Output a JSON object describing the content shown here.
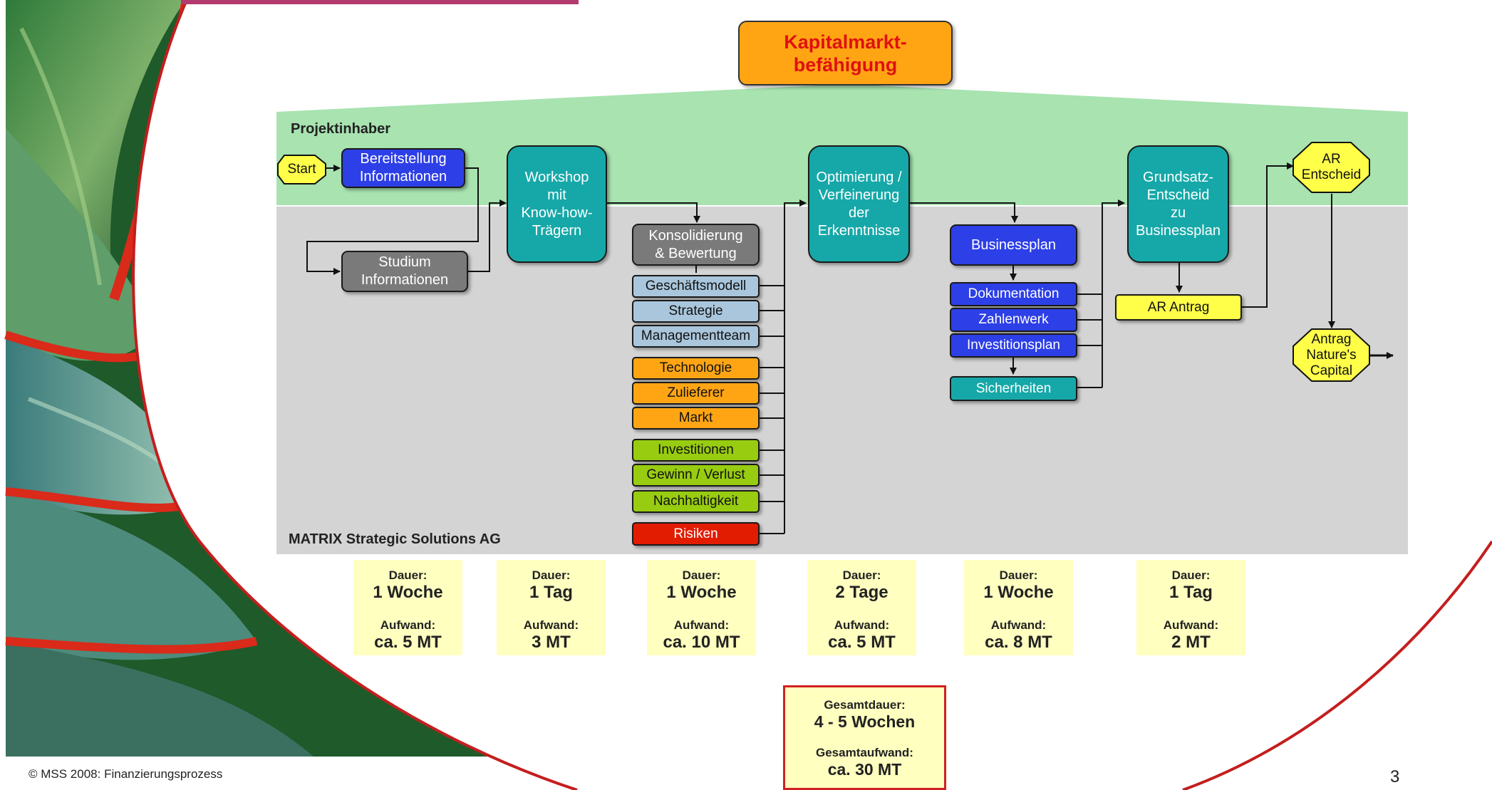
{
  "header": {
    "title": "Kapitalmarkt-\nbefähigung"
  },
  "lanes": {
    "top": "Projektinhaber",
    "bottom": "MATRIX Strategic Solutions AG"
  },
  "nodes": {
    "start": "Start",
    "bereitstellung": "Bereitstellung\nInformationen",
    "studium": "Studium\nInformationen",
    "workshop": "Workshop\nmit\nKnow-how-\nTrägern",
    "konsolidierung": "Konsolidierung\n& Bewertung",
    "geschaeftsmodell": "Geschäftsmodell",
    "strategie": "Strategie",
    "managementteam": "Managementteam",
    "technologie": "Technologie",
    "zulieferer": "Zulieferer",
    "markt": "Markt",
    "investitionen": "Investitionen",
    "gewinn": "Gewinn / Verlust",
    "nachhaltigkeit": "Nachhaltigkeit",
    "risiken": "Risiken",
    "optimierung": "Optimierung /\nVerfeinerung\nder\nErkenntnisse",
    "businessplan": "Businessplan",
    "dokumentation": "Dokumentation",
    "zahlenwerk": "Zahlenwerk",
    "investitionsplan": "Investitionsplan",
    "sicherheiten": "Sicherheiten",
    "grundsatz": "Grundsatz-\nEntscheid\nzu\nBusinessplan",
    "ar_antrag": "AR Antrag",
    "ar_entscheid": "AR\nEntscheid",
    "antrag_nc": "Antrag\nNature's\nCapital"
  },
  "phases": [
    {
      "dauer_label": "Dauer:",
      "dauer": "1 Woche",
      "aufwand_label": "Aufwand:",
      "aufwand": "ca. 5 MT"
    },
    {
      "dauer_label": "Dauer:",
      "dauer": "1 Tag",
      "aufwand_label": "Aufwand:",
      "aufwand": "3 MT"
    },
    {
      "dauer_label": "Dauer:",
      "dauer": "1 Woche",
      "aufwand_label": "Aufwand:",
      "aufwand": "ca. 10 MT"
    },
    {
      "dauer_label": "Dauer:",
      "dauer": "2 Tage",
      "aufwand_label": "Aufwand:",
      "aufwand": "ca. 5 MT"
    },
    {
      "dauer_label": "Dauer:",
      "dauer": "1 Woche",
      "aufwand_label": "Aufwand:",
      "aufwand": "ca. 8 MT"
    },
    {
      "dauer_label": "Dauer:",
      "dauer": "1 Tag",
      "aufwand_label": "Aufwand:",
      "aufwand": "2 MT"
    }
  ],
  "total": {
    "dauer_label": "Gesamtdauer:",
    "dauer": "4 - 5 Wochen",
    "aufwand_label": "Gesamtaufwand:",
    "aufwand": "ca. 30 MT"
  },
  "footer": {
    "copyright": "© MSS 2008: Finanzierungsprozess",
    "page_number": "3"
  },
  "colors": {
    "lane_top": "#a8e3b0",
    "lane_bottom": "#d4d4d4",
    "accent_red": "#c41e1e",
    "teal": "#16a8a8",
    "blue": "#2d3fe6",
    "orange": "#ffa514",
    "green": "#98cc10",
    "yellow": "#ffff4a"
  }
}
